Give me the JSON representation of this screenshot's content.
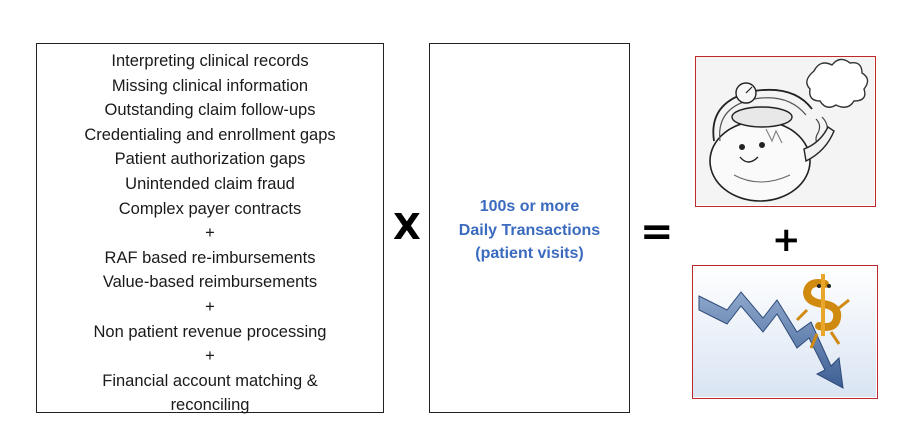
{
  "left_box": {
    "lines": [
      "Interpreting clinical records",
      "Missing clinical information",
      "Outstanding claim follow-ups",
      "Credentialing and enrollment gaps",
      "Patient authorization gaps",
      "Unintended claim fraud",
      "Complex payer contracts",
      "+",
      "RAF based re-imbursements",
      "Value-based reimbursements",
      "+",
      "Non patient revenue processing",
      "+",
      "Financial account matching &",
      "reconciling"
    ]
  },
  "operators": {
    "times": "X",
    "equals": "=",
    "plus": "+"
  },
  "middle_box": {
    "lines": [
      "100s or more",
      "Daily Transactions",
      "(patient visits)"
    ],
    "text_color": "#3b6bbf"
  },
  "images": {
    "top": {
      "icon": "boiling-kettle-illustration",
      "border_color": "#c0282d"
    },
    "bottom": {
      "icon": "falling-dollar-chart-illustration",
      "border_color": "#c0282d"
    }
  }
}
